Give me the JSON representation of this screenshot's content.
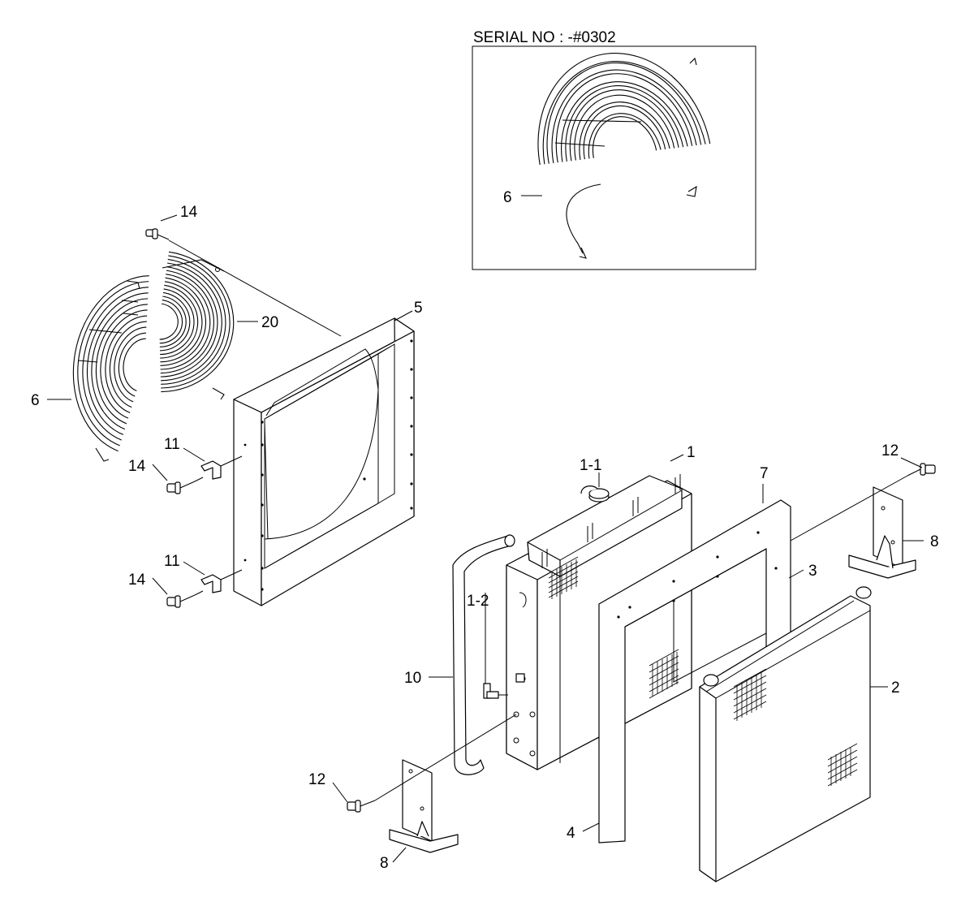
{
  "inset": {
    "title": "SERIAL NO : -#0302",
    "part_label": "6"
  },
  "labels": {
    "p14_top": "14",
    "p20": "20",
    "p5": "5",
    "p6_left": "6",
    "p11_a": "11",
    "p14_mid": "14",
    "p11_b": "11",
    "p14_low": "14",
    "p1_1": "1-1",
    "p1": "1",
    "p7": "7",
    "p12_right": "12",
    "p8_right": "8",
    "p3": "3",
    "p1_2": "1-2",
    "p10": "10",
    "p2": "2",
    "p12_left": "12",
    "p4": "4",
    "p8_left": "8"
  },
  "colors": {
    "line": "#000000",
    "background": "#ffffff"
  }
}
